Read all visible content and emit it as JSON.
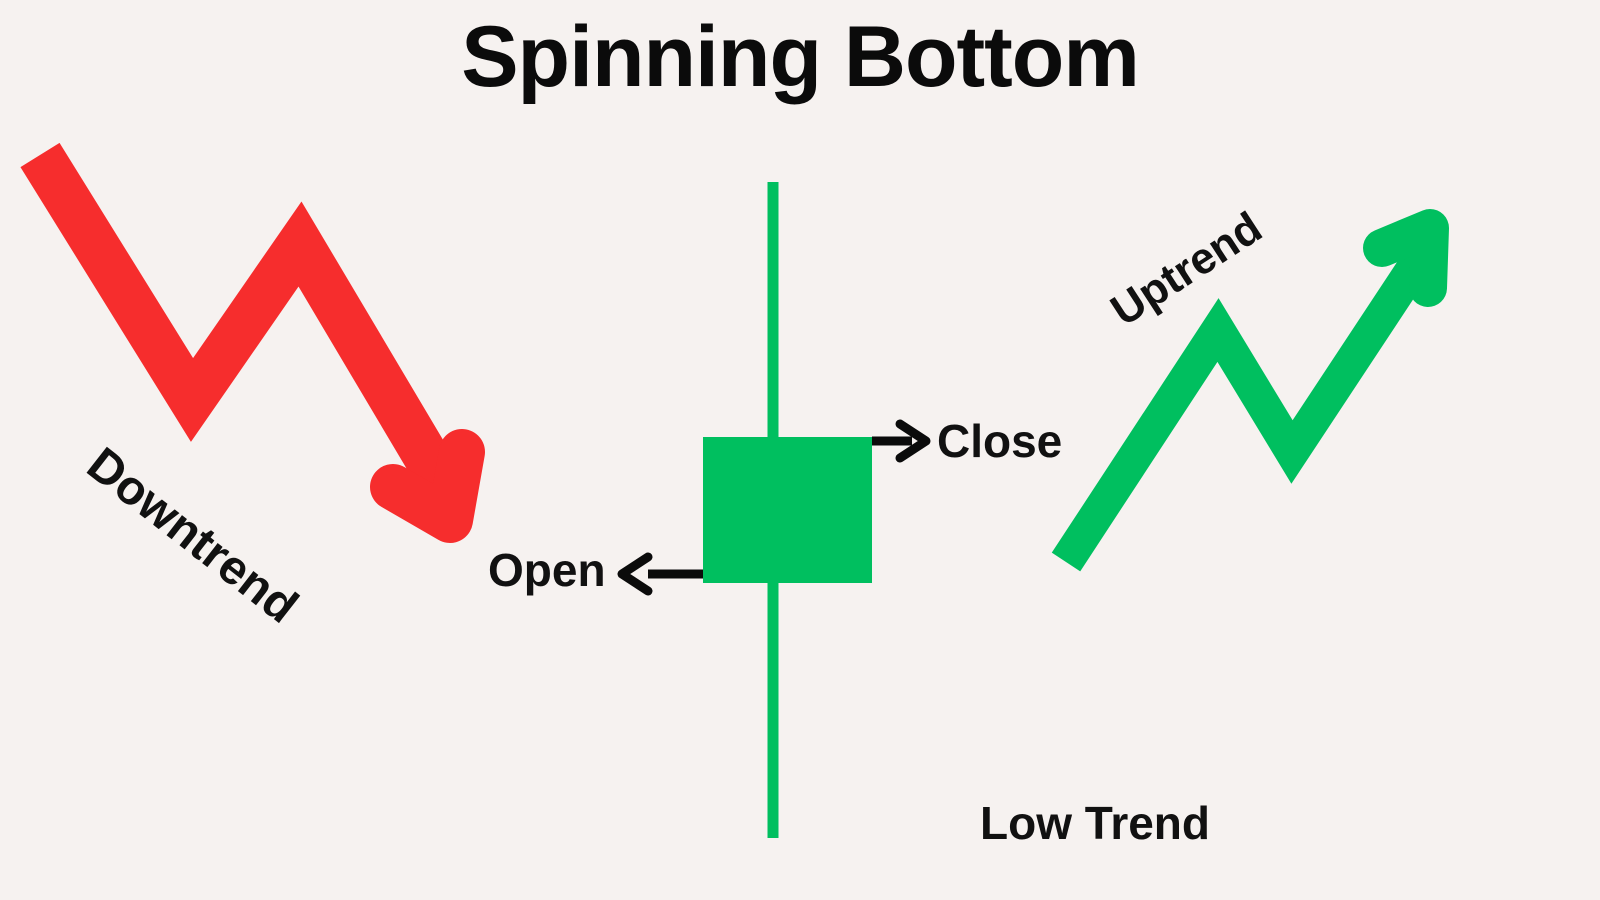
{
  "title": "Spinning Bottom",
  "background_color": "#f6f2f0",
  "labels": {
    "downtrend": "Downtrend",
    "uptrend": "Uptrend",
    "open": "Open",
    "close": "Close",
    "low_trend": "Low Trend"
  },
  "colors": {
    "bullish_green": "#00bf5f",
    "bearish_red": "#f62d2d",
    "text_black": "#0b0b0b",
    "background": "#f6f2f0"
  },
  "chart_data": {
    "type": "line",
    "title": "Spinning Bottom",
    "xlabel": "",
    "ylabel": "",
    "annotations": [
      "Downtrend",
      "Uptrend",
      "Open",
      "Close",
      "Low Trend"
    ],
    "series": [
      {
        "name": "Downtrend",
        "color": "#f62d2d",
        "arrow": "down-right",
        "points": [
          [
            40,
            155
          ],
          [
            192,
            400
          ],
          [
            300,
            244
          ],
          [
            452,
            500
          ]
        ]
      },
      {
        "name": "Uptrend",
        "color": "#00bf5f",
        "arrow": "up-right",
        "points": [
          [
            1066,
            562
          ],
          [
            1218,
            330
          ],
          [
            1292,
            452
          ],
          [
            1432,
            240
          ]
        ]
      }
    ],
    "candlestick": {
      "name": "Spinning Bottom",
      "direction": "bullish",
      "color": "#00bf5f",
      "open_label": "Open",
      "close_label": "Close",
      "body_left": 703,
      "body_right": 872,
      "body_top": 437,
      "body_bottom": 583,
      "wick_x": 773,
      "wick_high": 182,
      "wick_low": 838,
      "wick_width": 11
    }
  }
}
